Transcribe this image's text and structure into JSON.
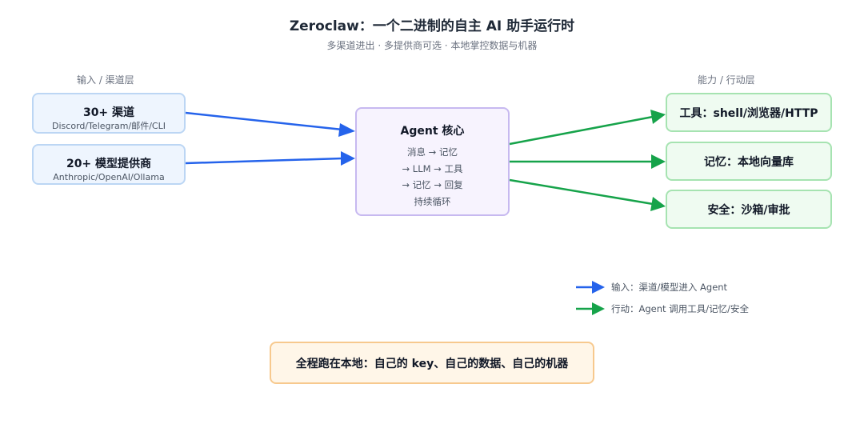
{
  "header": {
    "title": "Zeroclaw：一个二进制的自主 AI 助手运行时",
    "subtitle": "多渠道进出 · 多提供商可选 · 本地掌控数据与机器"
  },
  "layers": {
    "input_label": "输入 / 渠道层",
    "action_label": "能力 / 行动层"
  },
  "inputs": [
    {
      "title": "30+ 渠道",
      "subtitle": "Discord/Telegram/邮件/CLI"
    },
    {
      "title": "20+ 模型提供商",
      "subtitle": "Anthropic/OpenAI/Ollama"
    }
  ],
  "core": {
    "title": "Agent 核心",
    "lines": [
      "消息 → 记忆",
      "→ LLM → 工具",
      "→ 记忆 → 回复",
      "持续循环"
    ]
  },
  "outputs": [
    {
      "label": "工具：shell/浏览器/HTTP"
    },
    {
      "label": "记忆：本地向量库"
    },
    {
      "label": "安全：沙箱/审批"
    }
  ],
  "legend": [
    {
      "text": "输入：渠道/模型进入 Agent",
      "color": "#2563eb"
    },
    {
      "text": "行动：Agent 调用工具/记忆/安全",
      "color": "#16a34a"
    }
  ],
  "footer": {
    "text": "全程跑在本地：自己的 key、自己的数据、自己的机器"
  },
  "colors": {
    "input_arrow": "#2563eb",
    "action_arrow": "#16a34a"
  }
}
